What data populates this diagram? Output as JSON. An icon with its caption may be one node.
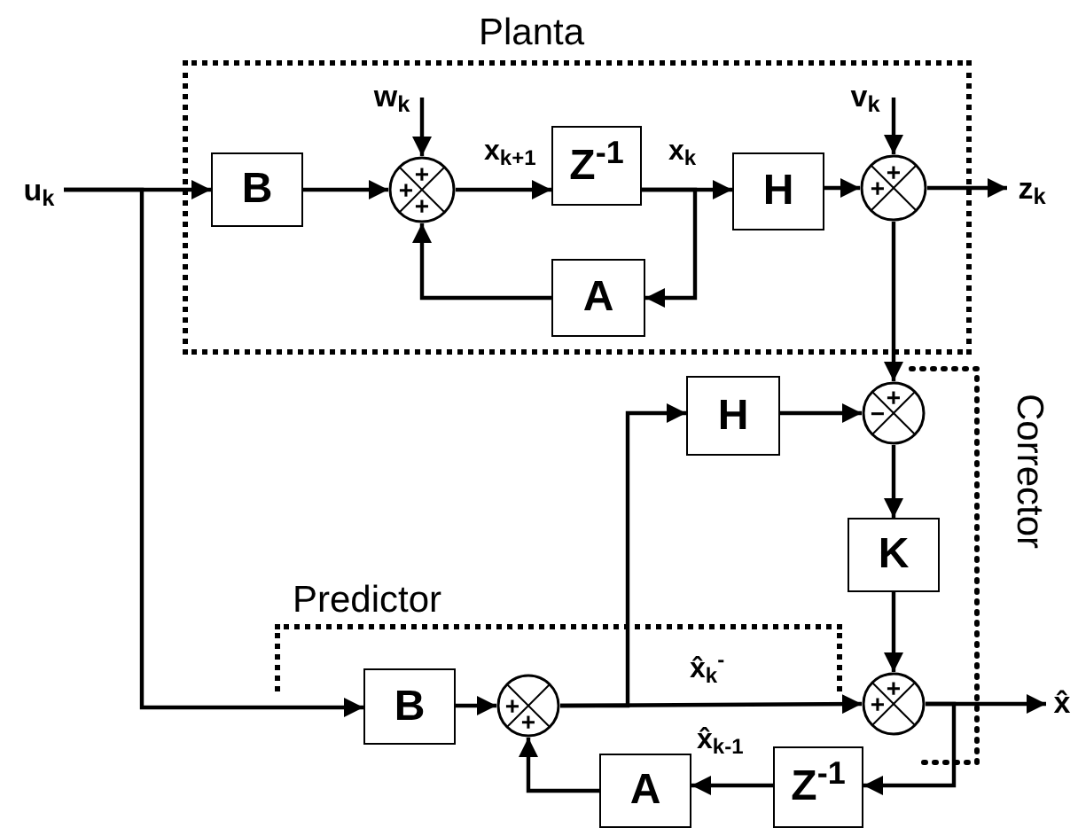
{
  "diagram": {
    "nodes": [
      {
        "text": [
          "Planta"
        ]
      },
      {
        "text": [
          "u$_{k}$"
        ]
      },
      {
        "text": [
          "B"
        ],
        "in": 0
      },
      {
        "text": [
          "+",
          "+",
          "+"
        ],
        "in": 0
      },
      {
        "text": [
          "w$_{k}$"
        ],
        "in": 0
      },
      {
        "text": [
          "Z$^{-1}$"
        ],
        "in": 0
      },
      {
        "text": [
          "A"
        ],
        "in": 0
      },
      {
        "text": [
          "H"
        ],
        "in": 0
      },
      {
        "text": [
          "+",
          "+"
        ],
        "in": 0
      },
      {
        "text": [
          "v$_{k}$"
        ],
        "in": 0
      },
      {
        "text": [
          "z$_{k}$"
        ]
      },
      {
        "text": [
          "Corrector"
        ]
      },
      {
        "text": [
          "H"
        ]
      },
      {
        "text": [
          "+",
          "−"
        ]
      },
      {
        "text": [
          "K"
        ]
      },
      {
        "text": [
          "Predictor"
        ]
      },
      {
        "text": [
          "B"
        ]
      },
      {
        "text": [
          "+",
          "+"
        ]
      },
      {
        "text": [
          "+",
          "+"
        ]
      },
      {
        "text": [
          "x̂"
        ]
      },
      {
        "text": [
          "Z$^{-1}$"
        ]
      },
      {
        "text": [
          "A"
        ]
      }
    ],
    "edges": [
      {
        "from": 1,
        "to": 2,
        "arrow": "to"
      },
      {
        "from": 1,
        "to": 16,
        "arrow": "to"
      },
      {
        "from": 2,
        "to": 3,
        "arrow": "to"
      },
      {
        "from": 4,
        "to": 3,
        "arrow": "to"
      },
      {
        "from": 3,
        "to": 5,
        "arrow": "to",
        "label": "x$_{k+1}$"
      },
      {
        "from": 5,
        "to": 7,
        "arrow": "to",
        "label": "x$_{k}$"
      },
      {
        "from": 5,
        "to": 6,
        "arrow": "to"
      },
      {
        "from": 6,
        "to": 3,
        "arrow": "to"
      },
      {
        "from": 7,
        "to": 8,
        "arrow": "to"
      },
      {
        "from": 9,
        "to": 8,
        "arrow": "to"
      },
      {
        "from": 8,
        "to": 10,
        "arrow": "to"
      },
      {
        "from": 8,
        "to": 13,
        "arrow": "to"
      },
      {
        "from": 12,
        "to": 13,
        "arrow": "to"
      },
      {
        "from": 13,
        "to": 14,
        "arrow": "to"
      },
      {
        "from": 14,
        "to": 18,
        "arrow": "to"
      },
      {
        "from": 16,
        "to": 17,
        "arrow": "to"
      },
      {
        "from": 17,
        "to": 18,
        "arrow": "to",
        "label": "x̂$_{k}$$^{-}$"
      },
      {
        "from": 17,
        "to": 12,
        "arrow": "to"
      },
      {
        "from": 18,
        "to": 19,
        "arrow": "to"
      },
      {
        "from": 18,
        "to": 20,
        "arrow": "to"
      },
      {
        "from": 20,
        "to": 21,
        "arrow": "to",
        "label": "x̂$_{k-1}$"
      },
      {
        "from": 21,
        "to": 17,
        "arrow": "to"
      }
    ]
  }
}
